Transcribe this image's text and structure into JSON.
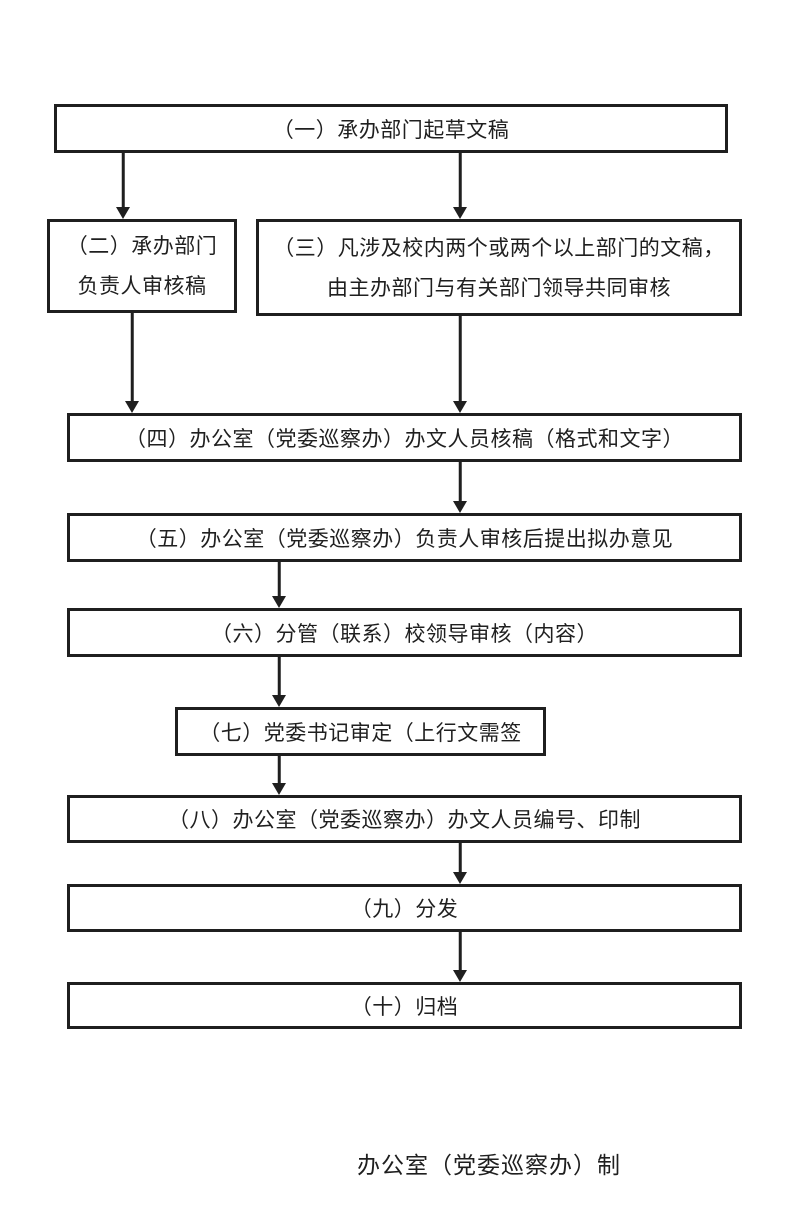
{
  "page": {
    "background_color": "#ffffff",
    "ink_color": "#1f1f1f"
  },
  "flow": {
    "nodes": [
      {
        "id": "step-1",
        "lines": [
          "（一）承办部门起草文稿"
        ]
      },
      {
        "id": "step-2",
        "lines": [
          "（二）承办部门",
          "负责人审核稿"
        ]
      },
      {
        "id": "step-3",
        "lines": [
          "（三）凡涉及校内两个或两个以上部门的文稿，",
          "由主办部门与有关部门领导共同审核"
        ]
      },
      {
        "id": "step-4",
        "lines": [
          "（四）办公室（党委巡察办）办文人员核稿（格式和文字）"
        ]
      },
      {
        "id": "step-5",
        "lines": [
          "（五）办公室（党委巡察办）负责人审核后提出拟办意见"
        ]
      },
      {
        "id": "step-6",
        "lines": [
          "（六）分管（联系）校领导审核（内容）"
        ]
      },
      {
        "id": "step-7",
        "lines": [
          "（七）党委书记审定（上行文需签"
        ]
      },
      {
        "id": "step-8",
        "lines": [
          "（八）办公室（党委巡察办）办文人员编号、印制"
        ]
      },
      {
        "id": "step-9",
        "lines": [
          "（九）分发"
        ]
      },
      {
        "id": "step-10",
        "lines": [
          "（十）归档"
        ]
      }
    ],
    "edges": [
      {
        "from": "step-1",
        "to": "step-2"
      },
      {
        "from": "step-1",
        "to": "step-3"
      },
      {
        "from": "step-2",
        "to": "step-4"
      },
      {
        "from": "step-3",
        "to": "step-4"
      },
      {
        "from": "step-4",
        "to": "step-5"
      },
      {
        "from": "step-5",
        "to": "step-6"
      },
      {
        "from": "step-6",
        "to": "step-7"
      },
      {
        "from": "step-7",
        "to": "step-8"
      },
      {
        "from": "step-8",
        "to": "step-9"
      },
      {
        "from": "step-9",
        "to": "step-10"
      }
    ],
    "footer": "办公室（党委巡察办）制"
  }
}
